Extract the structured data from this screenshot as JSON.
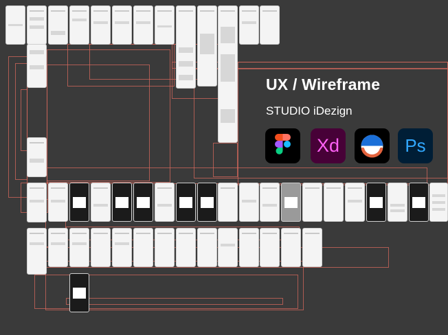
{
  "heading": {
    "title": "UX / Wireframe",
    "studio": "STUDIO iDezign"
  },
  "tools": [
    {
      "icon": "figma-icon",
      "label": ""
    },
    {
      "icon": "adobe-xd-icon",
      "label": "Xd"
    },
    {
      "icon": "abstract-app-icon",
      "label": ""
    },
    {
      "icon": "photoshop-icon",
      "label": "Ps"
    }
  ],
  "colors": {
    "canvas": "#3a3a3a",
    "connector": "#d6685c",
    "xd_purple": "#ff61f6",
    "ps_blue": "#31a8ff",
    "abstract_orange": "#e3633e",
    "abstract_blue": "#1b6fd8"
  }
}
